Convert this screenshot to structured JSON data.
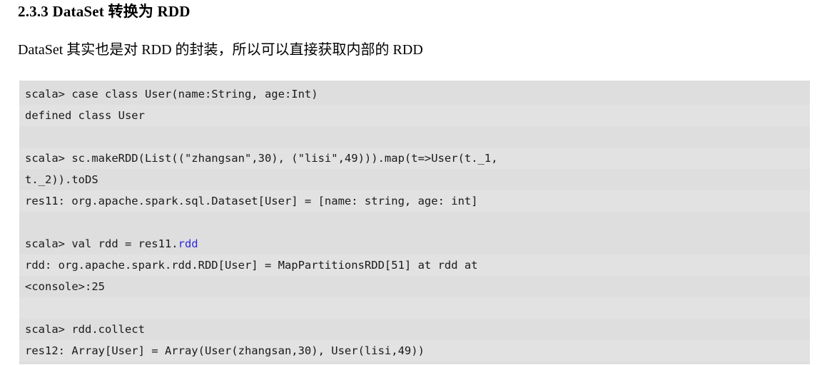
{
  "document": {
    "heading": "2.3.3 DataSet 转换为 RDD",
    "paragraph": "DataSet 其实也是对 RDD 的封装，所以可以直接获取内部的 RDD"
  },
  "colors": {
    "code_background": "#dedede",
    "code_background_alt": "#e2e2e2",
    "code_text": "#1a1a1a",
    "keyword_blue": "#2b2bdd",
    "page_background": "#ffffff",
    "text": "#000000"
  },
  "code_block": {
    "language": "scala",
    "lines": [
      {
        "id": "l1",
        "text": "scala> case class User(name:String, age:Int)"
      },
      {
        "id": "l2",
        "text": "defined class User"
      },
      {
        "id": "l3",
        "text": ""
      },
      {
        "id": "l4",
        "text": "scala> sc.makeRDD(List((\"zhangsan\",30), (\"lisi\",49))).map(t=>User(t._1,"
      },
      {
        "id": "l5",
        "text": "t._2)).toDS"
      },
      {
        "id": "l6",
        "text": "res11: org.apache.spark.sql.Dataset[User] = [name: string, age: int]"
      },
      {
        "id": "l7",
        "text": ""
      },
      {
        "id": "l8",
        "text": "scala> val rdd = res11.",
        "highlight": "rdd"
      },
      {
        "id": "l9",
        "text": "rdd: org.apache.spark.rdd.RDD[User] = MapPartitionsRDD[51] at rdd at"
      },
      {
        "id": "l10",
        "text": "<console>:25"
      },
      {
        "id": "l11",
        "text": ""
      },
      {
        "id": "l12",
        "text": "scala> rdd.collect"
      },
      {
        "id": "l13",
        "text": "res12: Array[User] = Array(User(zhangsan,30), User(lisi,49))"
      }
    ]
  }
}
